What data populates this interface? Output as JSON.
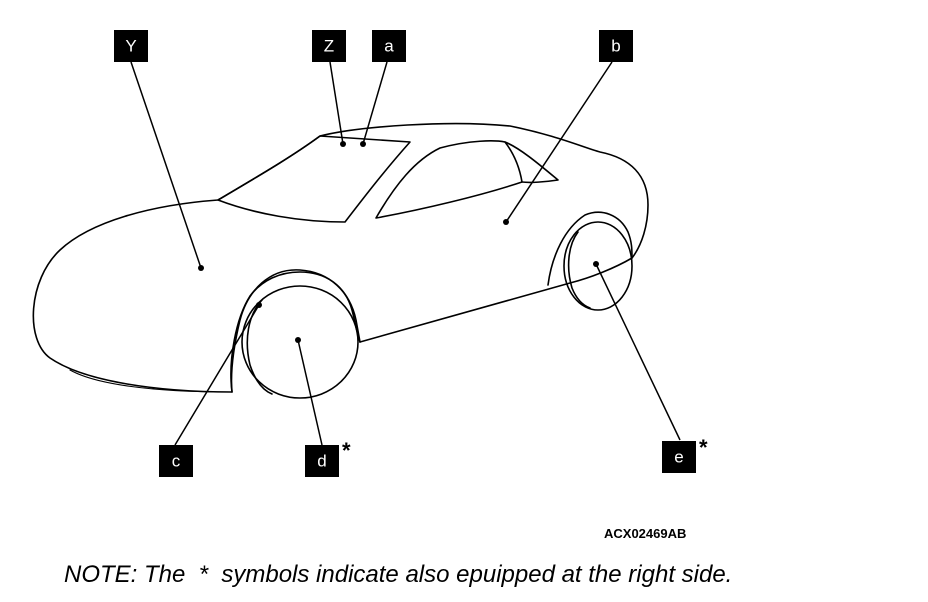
{
  "callouts": [
    {
      "id": "Y",
      "label": "Y",
      "asterisk": ""
    },
    {
      "id": "Z",
      "label": "Z",
      "asterisk": ""
    },
    {
      "id": "a",
      "label": "a",
      "asterisk": ""
    },
    {
      "id": "b",
      "label": "b",
      "asterisk": ""
    },
    {
      "id": "c",
      "label": "c",
      "asterisk": ""
    },
    {
      "id": "d",
      "label": "d",
      "asterisk": "*"
    },
    {
      "id": "e",
      "label": "e",
      "asterisk": "*"
    }
  ],
  "figure_code": "ACX02469AB",
  "note": "NOTE: The  *  symbols indicate also epuipped at the right side."
}
